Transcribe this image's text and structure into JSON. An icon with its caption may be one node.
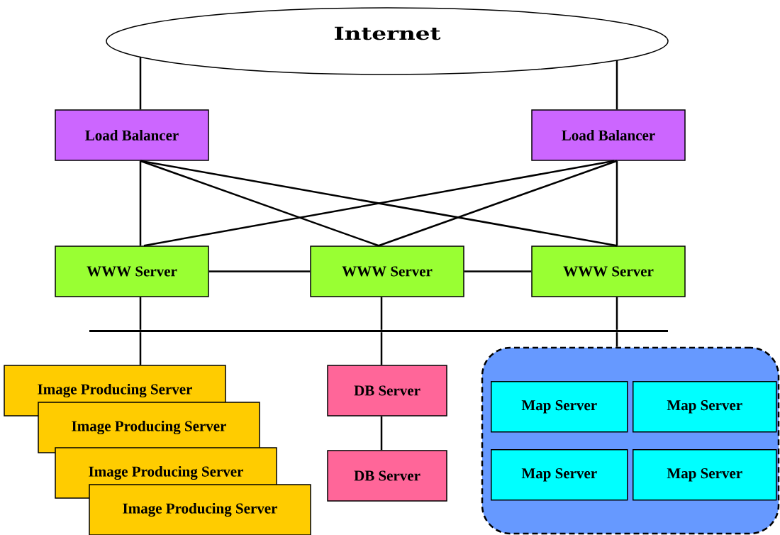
{
  "diagram": {
    "nodes": [
      {
        "text": [
          "Internet"
        ]
      },
      {
        "text": [
          "Load Balancer"
        ]
      },
      {
        "text": [
          "Load Balancer"
        ]
      },
      {
        "text": [
          "WWW Server"
        ]
      },
      {
        "text": [
          "WWW Server"
        ]
      },
      {
        "text": [
          "WWW Server"
        ]
      },
      {
        "text": [],
        "shape": "bar"
      },
      {
        "text": [
          "Image Producing Server"
        ]
      },
      {
        "text": [
          "Image Producing Server"
        ]
      },
      {
        "text": [
          "Image Producing Server"
        ]
      },
      {
        "text": [
          "Image Producing Server"
        ]
      },
      {
        "text": [
          "DB Server"
        ]
      },
      {
        "text": [
          "DB Server"
        ]
      },
      {
        "text": [],
        "shape": "box"
      },
      {
        "text": [
          "Map Server"
        ],
        "in": 13
      },
      {
        "text": [
          "Map Server"
        ],
        "in": 13
      },
      {
        "text": [
          "Map Server"
        ],
        "in": 13
      },
      {
        "text": [
          "Map Server"
        ],
        "in": 13
      }
    ],
    "edges": [
      {
        "from": 0,
        "to": 1,
        "arrow": "none"
      },
      {
        "from": 0,
        "to": 2,
        "arrow": "none"
      },
      {
        "from": 1,
        "to": 3,
        "arrow": "none"
      },
      {
        "from": 1,
        "to": 4,
        "arrow": "none"
      },
      {
        "from": 1,
        "to": 5,
        "arrow": "none"
      },
      {
        "from": 2,
        "to": 3,
        "arrow": "none"
      },
      {
        "from": 2,
        "to": 4,
        "arrow": "none"
      },
      {
        "from": 2,
        "to": 5,
        "arrow": "none"
      },
      {
        "from": 3,
        "to": 4,
        "arrow": "none"
      },
      {
        "from": 4,
        "to": 5,
        "arrow": "none"
      },
      {
        "from": 3,
        "to": 6,
        "arrow": "none"
      },
      {
        "from": 4,
        "to": 6,
        "arrow": "none"
      },
      {
        "from": 5,
        "to": 6,
        "arrow": "none"
      },
      {
        "from": 6,
        "to": 7,
        "arrow": "none"
      },
      {
        "from": 6,
        "to": 11,
        "arrow": "none"
      },
      {
        "from": 6,
        "to": 13,
        "arrow": "none"
      },
      {
        "from": 11,
        "to": 12,
        "arrow": "none"
      }
    ]
  }
}
